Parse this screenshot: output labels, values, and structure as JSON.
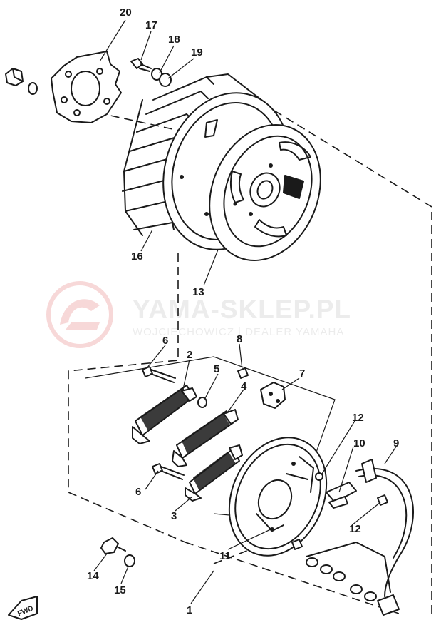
{
  "diagram": {
    "callouts": [
      "20",
      "17",
      "18",
      "19",
      "16",
      "13",
      "6",
      "2",
      "5",
      "8",
      "4",
      "7",
      "12",
      "10",
      "9",
      "6",
      "3",
      "12",
      "11",
      "14",
      "15",
      "1"
    ],
    "fwd_label": "FWD"
  },
  "watermark": {
    "title": "YAMA-SKLEP.PL",
    "subtitle": "WOJCIECHOWICZ | DEALER YAMAHA",
    "color": "#e8a0a0"
  }
}
